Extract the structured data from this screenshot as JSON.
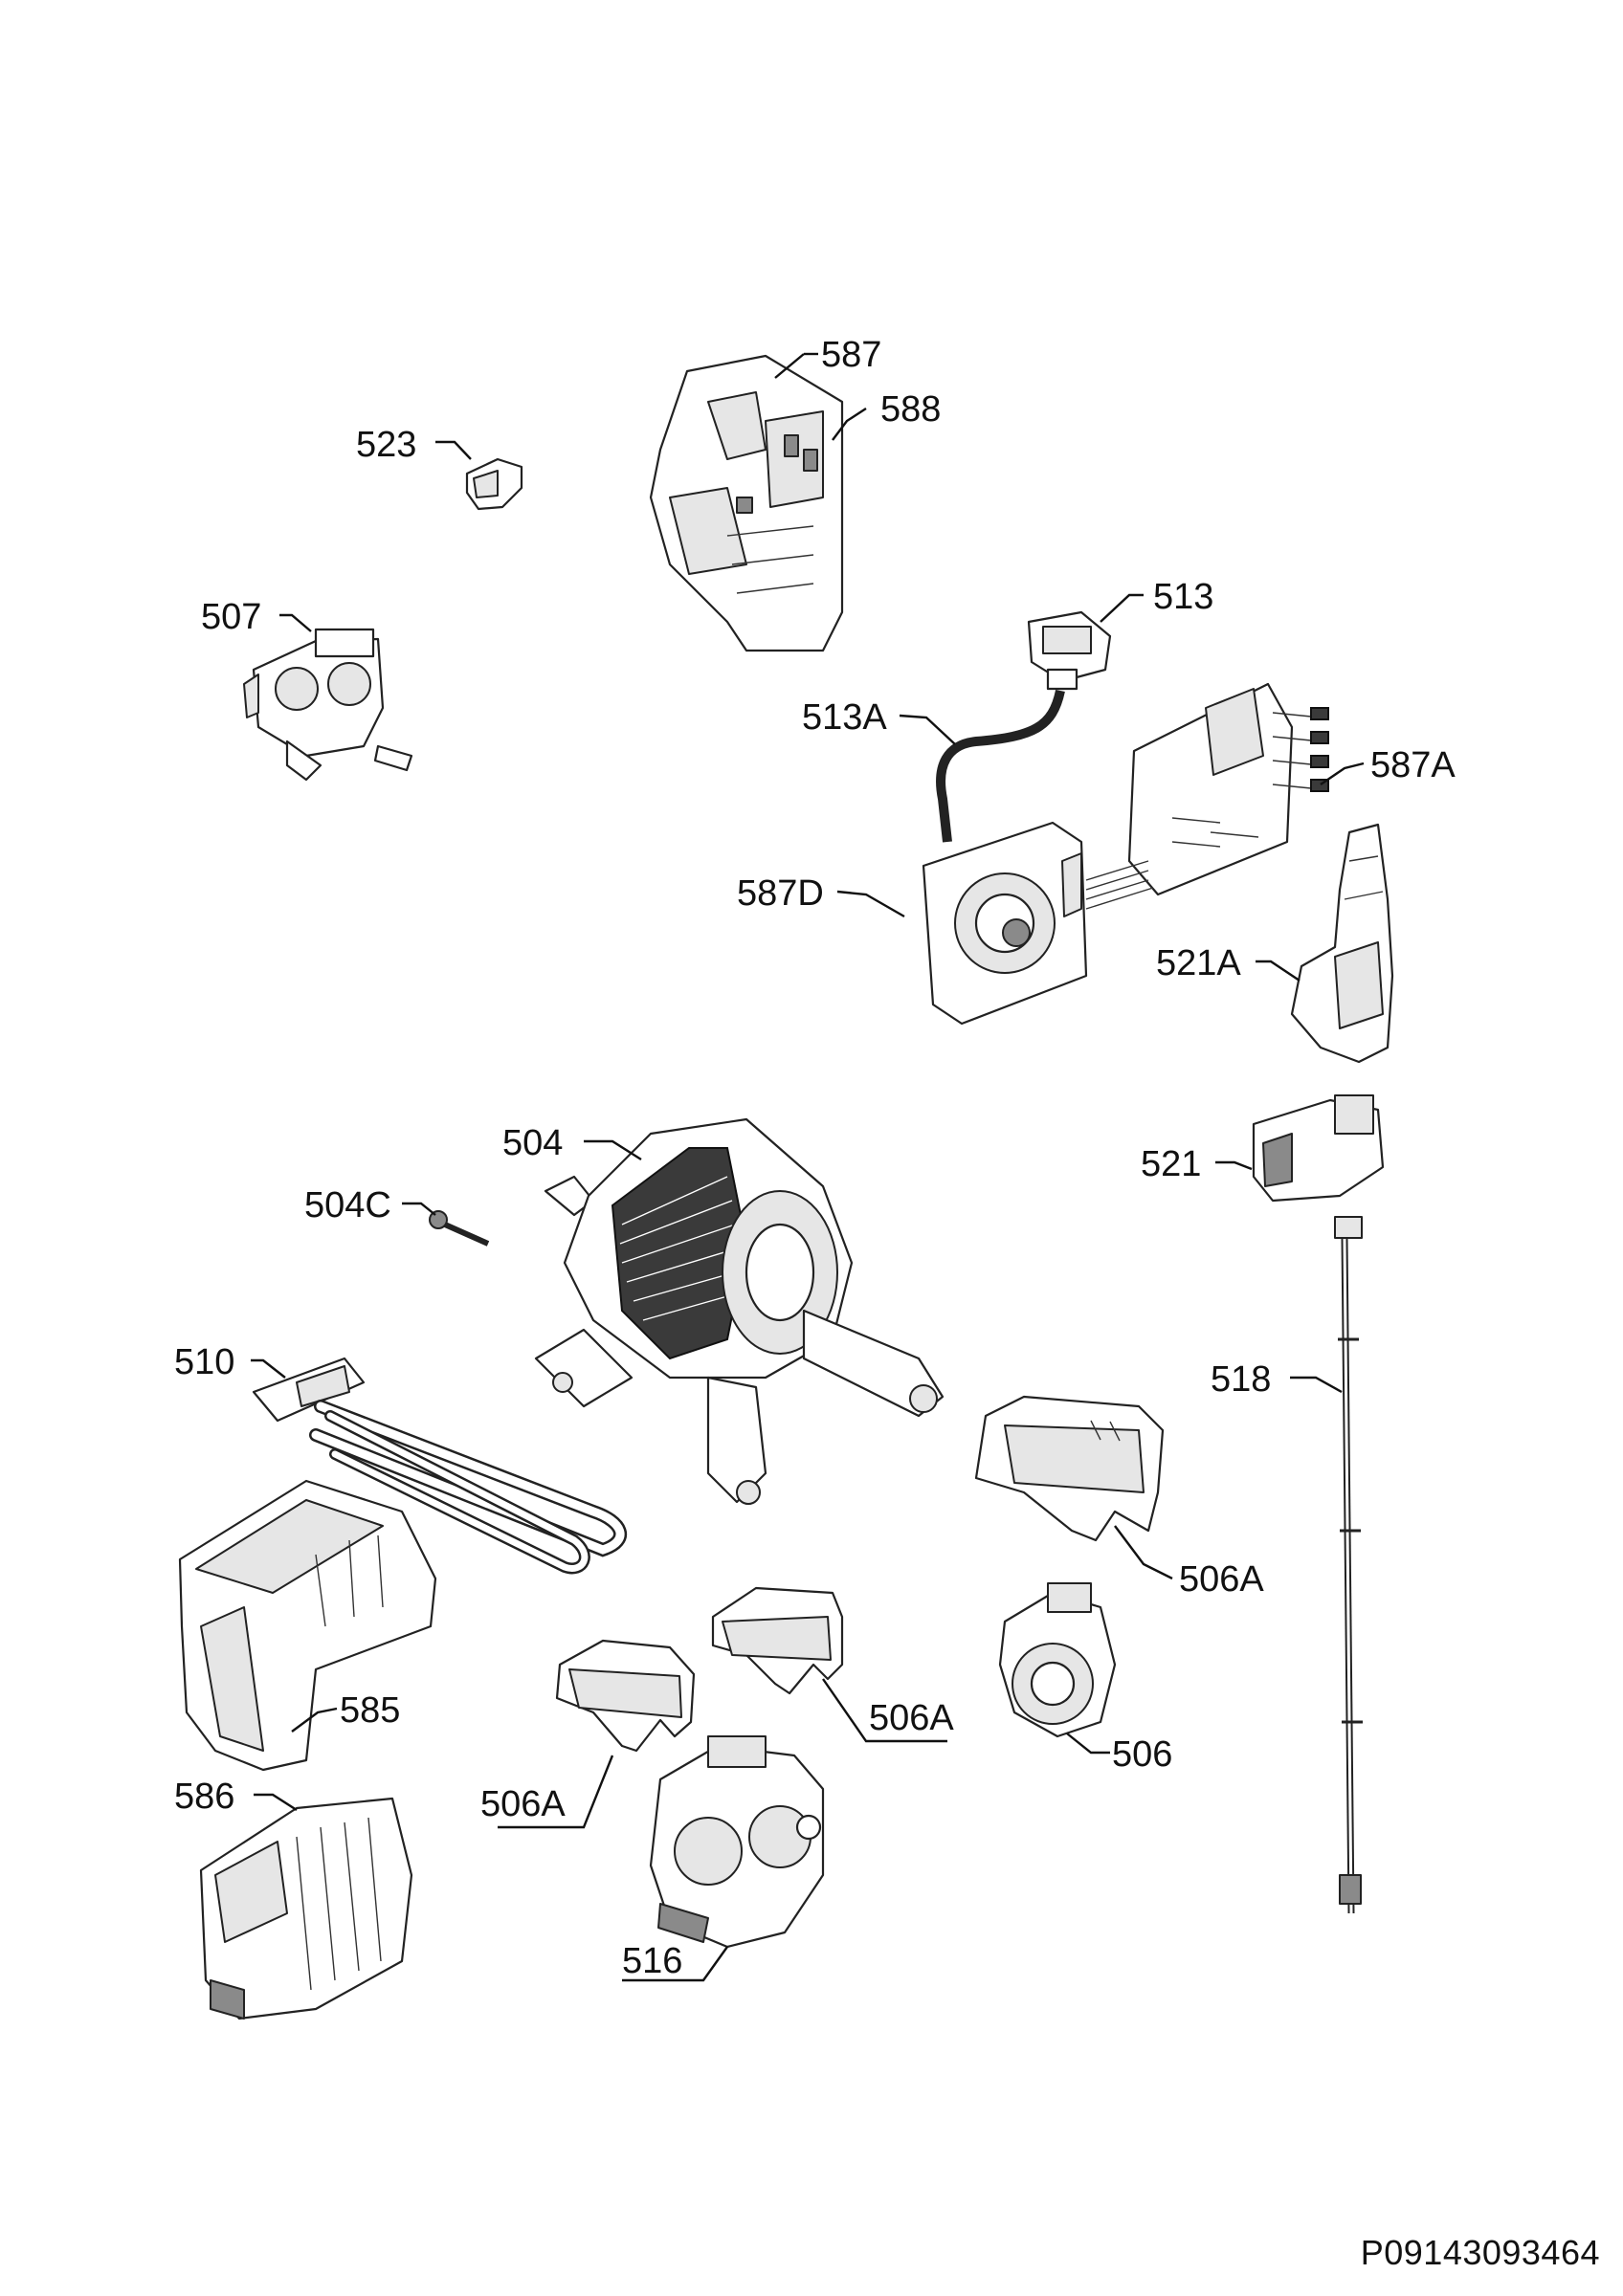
{
  "document_code": "P09143093464",
  "callouts": {
    "c587": "587",
    "c588": "588",
    "c523": "523",
    "c507": "507",
    "c513": "513",
    "c513A": "513A",
    "c587A": "587A",
    "c587D": "587D",
    "c521A": "521A",
    "c504": "504",
    "c504C": "504C",
    "c521": "521",
    "c510": "510",
    "c518": "518",
    "c506A_right": "506A",
    "c585": "585",
    "c506A_mid": "506A",
    "c506": "506",
    "c586": "586",
    "c506A_left": "506A",
    "c516": "516"
  }
}
